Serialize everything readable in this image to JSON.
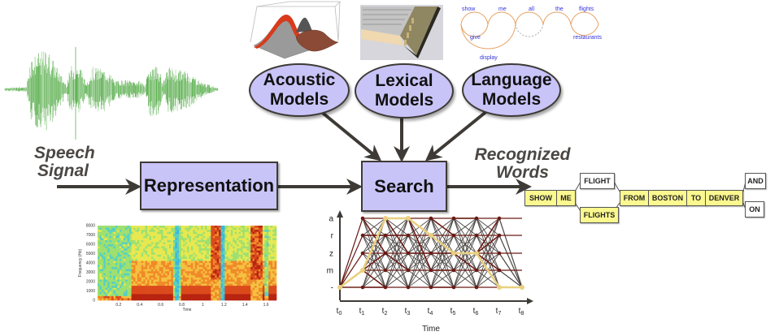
{
  "diagram": {
    "title": "Speech recognition architecture",
    "inputs": {
      "speech_signal_label": [
        "Speech",
        "Signal"
      ],
      "recognized_words_label": [
        "Recognized",
        "Words"
      ]
    },
    "blocks": {
      "representation": "Representation",
      "search": "Search"
    },
    "models": [
      {
        "line1": "Acoustic",
        "line2": "Models"
      },
      {
        "line1": "Lexical",
        "line2": "Models"
      },
      {
        "line1": "Language",
        "line2": "Models"
      }
    ],
    "language_model_graph": {
      "words": [
        "show",
        "me",
        "all",
        "the",
        "flights",
        "give",
        "restaurants",
        "display"
      ]
    },
    "spectrogram": {
      "ylabel": "Frequency (Hz)",
      "xlabel": "Time",
      "yticks": [
        "0",
        "1000",
        "2000",
        "3000",
        "4000",
        "5000",
        "6000",
        "7000",
        "8000"
      ],
      "xticks": [
        "0.2",
        "0.4",
        "0.6",
        "0.8",
        "1",
        "1.2",
        "1.4",
        "1.6"
      ]
    },
    "lattice": {
      "states": [
        "a",
        "r",
        "z",
        "m",
        "-"
      ],
      "times": [
        "t0",
        "t1",
        "t2",
        "t3",
        "t4",
        "t5",
        "t6",
        "t7",
        "t8"
      ],
      "xlabel": "Time",
      "best_path_state_index": [
        4,
        3,
        0,
        0,
        1,
        2,
        2,
        4,
        4
      ]
    },
    "word_lattice": {
      "row_main": [
        "SHOW",
        "ME",
        "FROM",
        "BOSTON",
        "TO",
        "DENVER"
      ],
      "alt_top": [
        "FLIGHT",
        "AND"
      ],
      "alt_bottom": [
        "FLIGHTS",
        "ON"
      ]
    },
    "colors": {
      "box_fill": "#c8c4f8",
      "arrow": "#3e3a36",
      "waveform": "#2e9a1f",
      "word_highlight": "#fbf88f",
      "lattice_path": "#e8d080",
      "lattice_edge": "#6a1a14"
    }
  }
}
